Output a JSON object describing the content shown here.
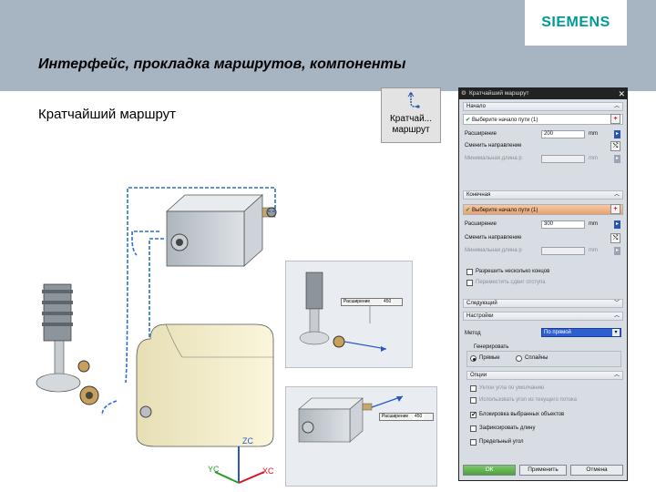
{
  "brand": {
    "logo": "SIEMENS",
    "color": "#009999"
  },
  "slide": {
    "title": "Интерфейс, прокладка маршрутов, компоненты",
    "subtitle": "Кратчайший маршрут"
  },
  "command_button": {
    "label": "Кратчай... маршрут",
    "icon": "route-icon"
  },
  "scene": {
    "axes": {
      "zc": "ZC",
      "yc": "YC",
      "xc": "XC"
    },
    "inset_top": {
      "field_label": "Расширение",
      "field_value": "450"
    },
    "inset_bottom": {
      "field_label": "Расширение",
      "field_value": "450"
    }
  },
  "dialog": {
    "title": "Кратчайший маршрут",
    "start": {
      "header": "Начало",
      "select_label": "Выберите начало пути (1)",
      "extension_label": "Расширение",
      "extension_value": "200",
      "extension_unit": "mm",
      "change_direction": "Сменить направление",
      "min_length_label": "Минимальная длина р",
      "min_length_unit": "mm"
    },
    "end": {
      "header": "Конечная",
      "select_label": "Выберите начало пути (1)",
      "extension_label": "Расширение",
      "extension_value": "300",
      "extension_unit": "mm",
      "change_direction": "Сменить направление",
      "min_length_label": "Минимальная длина р",
      "min_length_unit": "mm",
      "allow_multiple": "Разрешить несколько концов",
      "stock_offset": "Переместить сдвиг отступа"
    },
    "results": {
      "header": "Следующий"
    },
    "settings": {
      "header": "Настройки",
      "method_label": "Метод",
      "method_value": "По прямой",
      "generate_label": "Генерировать",
      "radio_straight": "Прямые",
      "radio_spline": "Сплайны",
      "options_header": "Опции",
      "options": [
        {
          "label": "Уклон угла по умолчанию",
          "checked": false
        },
        {
          "label": "Использовать угол из текущего потока",
          "checked": false
        },
        {
          "label": "Блокировка выбранных объектов",
          "checked": true
        },
        {
          "label": "Зафиксировать длину",
          "checked": false
        },
        {
          "label": "Предельный угол",
          "checked": false
        }
      ]
    },
    "buttons": {
      "ok": "ОК",
      "apply": "Применить",
      "cancel": "Отмена"
    }
  }
}
